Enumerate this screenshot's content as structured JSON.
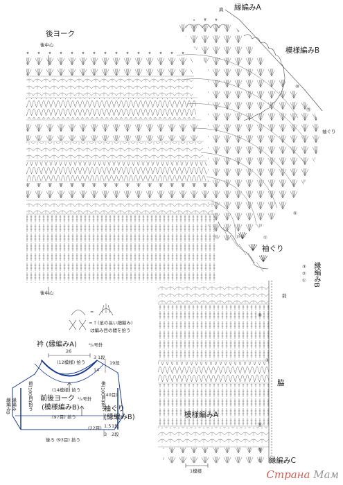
{
  "labels": {
    "pattern_a_top": "縁編みA",
    "pattern_b_right": "模様編みB",
    "back_yoke": "後ヨーク",
    "back_center_top": "後中心",
    "back_center_bottom": "後中心",
    "sleeve_top": "袖ぐり",
    "armhole": "袖ぐり",
    "edging_b_right": "縁編みB",
    "front": "前",
    "side": "脇",
    "pattern_a_body": "模様編みA",
    "edging_c": "縁編みC",
    "one_pattern": "1模様",
    "mark": "肩"
  },
  "legend": {
    "eq1": "=",
    "eq2": "= † (足の長い細編み)",
    "eq3": "は編み目の間を拾う"
  },
  "schematic": {
    "collar": "衿 (縁編みA)",
    "collar_hook": "⁶/₀号針",
    "width_26": "26",
    "pickup_12": "(12模様) 拾う",
    "dim_3": "3",
    "dim_14": "14",
    "row_1": "1段",
    "row_19": "19段",
    "pickup_14": "(14模様) 拾う",
    "yoke_title": "前後ヨーク",
    "yoke_sub": "(模様編みB)",
    "yoke_hook": "⁵/₀号針",
    "pickup_97": "(97目) 拾う",
    "stitches_40": "(40目)",
    "sleeve_b": "袖ぐり",
    "sleeve_b_sub": "(縁編みB)",
    "stitches_22": "(22目)",
    "dim_15": "1.5",
    "dim_3b": "3",
    "row_1b": "1段",
    "row_2": "2段",
    "back_93": "後ろ (93目) 拾う",
    "side_left": "前(100目)拾う",
    "side_right": "後(100目)拾う",
    "edge_left": "縁編みB",
    "hem_left": "縁編み"
  },
  "row_numbers": [
    "⑮",
    "⑩",
    "⑤",
    "①",
    "③",
    "②",
    "①",
    "⑤",
    "⑩",
    "⑮",
    "⑤",
    "①"
  ],
  "watermark": {
    "a": "Страна ",
    "b": "Мам"
  },
  "colors": {
    "ink": "#222222",
    "accent": "#1a3a8a",
    "watermark": "#c0392b"
  }
}
